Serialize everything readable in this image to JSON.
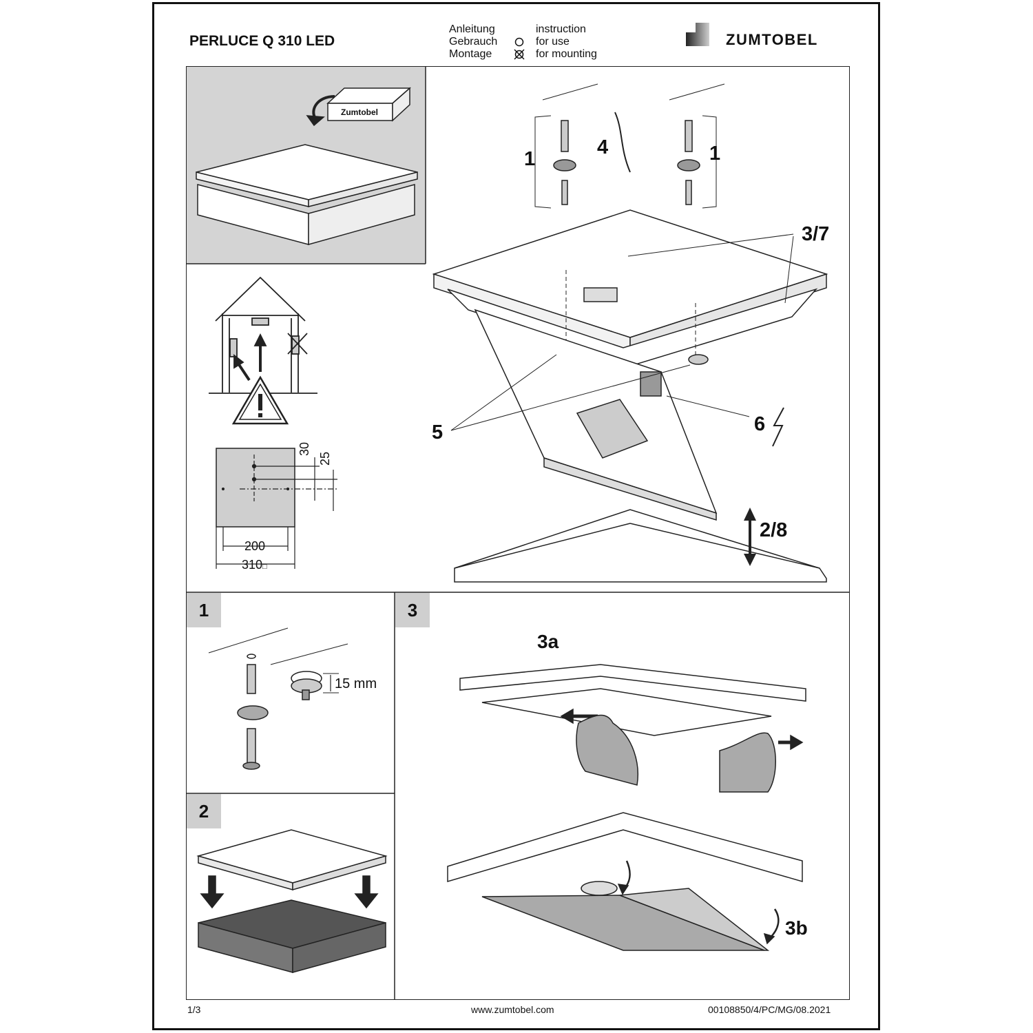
{
  "header": {
    "title": "PERLUCE Q 310 LED",
    "de_lines": [
      "Anleitung",
      "Gebrauch",
      "Montage"
    ],
    "en_lines": [
      "instruction",
      "for use",
      "for mounting"
    ],
    "brand": "ZUMTOBEL"
  },
  "packaging_label": "Zumtobel",
  "main_callouts": {
    "screw_left": "1",
    "screw_right": "1",
    "cable": "4",
    "clips": "3/7",
    "hooks": "5",
    "terminal": "6",
    "cover": "2/8"
  },
  "dimensions": {
    "offset_a": "30",
    "offset_b": "25",
    "hole_spacing": "200",
    "size": "310",
    "size_symbol": "□"
  },
  "steps": {
    "step1_label": "1",
    "step1_depth": "15 mm",
    "step2_label": "2",
    "step3_label": "3",
    "step3a_label": "3a",
    "step3b_label": "3b"
  },
  "footer": {
    "page": "1/3",
    "website": "www.zumtobel.com",
    "doc_code": "00108850/4/PC/MG/08.2021"
  },
  "icons": [
    "use-circle-icon",
    "mounting-crossed-circle-icon",
    "zumtobel-logo-icon",
    "warning-triangle-icon",
    "lightning-icon",
    "up-down-arrow-icon"
  ]
}
